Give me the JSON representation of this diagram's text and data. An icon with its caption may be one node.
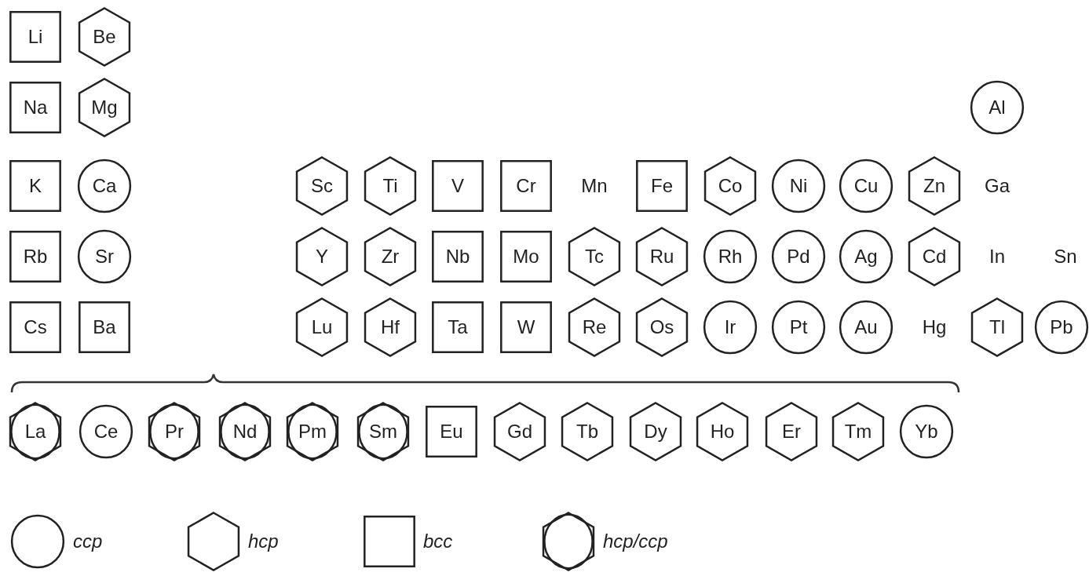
{
  "diagram": {
    "nodes": [
      {
        "text": [
          "Li"
        ]
      },
      {
        "text": [
          "Be"
        ]
      },
      {
        "text": [
          "Na"
        ]
      },
      {
        "text": [
          "Mg"
        ]
      },
      {
        "text": [
          "Al"
        ]
      },
      {
        "text": [
          "K"
        ]
      },
      {
        "text": [
          "Ca"
        ]
      },
      {
        "text": [
          "Sc"
        ]
      },
      {
        "text": [
          "Ti"
        ]
      },
      {
        "text": [
          "V"
        ]
      },
      {
        "text": [
          "Cr"
        ]
      },
      {
        "text": [
          "Fe"
        ]
      },
      {
        "text": [
          "Co"
        ]
      },
      {
        "text": [
          "Ni"
        ]
      },
      {
        "text": [
          "Cu"
        ]
      },
      {
        "text": [
          "Zn"
        ]
      },
      {
        "text": [
          "Rb"
        ]
      },
      {
        "text": [
          "Sr"
        ]
      },
      {
        "text": [
          "Y"
        ]
      },
      {
        "text": [
          "Zr"
        ]
      },
      {
        "text": [
          "Nb"
        ]
      },
      {
        "text": [
          "Mo"
        ]
      },
      {
        "text": [
          "Tc"
        ]
      },
      {
        "text": [
          "Ru"
        ]
      },
      {
        "text": [
          "Rh"
        ]
      },
      {
        "text": [
          "Pd"
        ]
      },
      {
        "text": [
          "Ag"
        ]
      },
      {
        "text": [
          "Cd"
        ]
      },
      {
        "text": [
          "Cs"
        ]
      },
      {
        "text": [
          "Ba"
        ]
      },
      {
        "text": [
          "Lu"
        ]
      },
      {
        "text": [
          "Hf"
        ]
      },
      {
        "text": [
          "Ta"
        ]
      },
      {
        "text": [
          "W"
        ]
      },
      {
        "text": [
          "Re"
        ]
      },
      {
        "text": [
          "Os"
        ]
      },
      {
        "text": [
          "Ir"
        ]
      },
      {
        "text": [
          "Pt"
        ]
      },
      {
        "text": [
          "Au"
        ]
      },
      {
        "text": [
          "Tl"
        ]
      },
      {
        "text": [
          "Pb"
        ]
      },
      {
        "text": [
          "La"
        ]
      },
      {
        "text": [
          "Ce"
        ]
      },
      {
        "text": [
          "Pr"
        ]
      },
      {
        "text": [
          "Nd"
        ]
      },
      {
        "text": [
          "Pm"
        ]
      },
      {
        "text": [
          "Sm"
        ]
      },
      {
        "text": [
          "Eu"
        ]
      },
      {
        "text": [
          "Gd"
        ]
      },
      {
        "text": [
          "Tb"
        ]
      },
      {
        "text": [
          "Dy"
        ]
      },
      {
        "text": [
          "Ho"
        ]
      },
      {
        "text": [
          "Er"
        ]
      },
      {
        "text": [
          "Tm"
        ]
      },
      {
        "text": [
          "Yb"
        ]
      }
    ],
    "edges": [],
    "labels": [
      "Mn",
      "Ga",
      "In",
      "Sn",
      "Hg"
    ],
    "legend": [
      {
        "text": "ccp"
      },
      {
        "text": "hcp"
      },
      {
        "text": "bcc"
      },
      {
        "text": "hcp/ccp"
      }
    ]
  }
}
